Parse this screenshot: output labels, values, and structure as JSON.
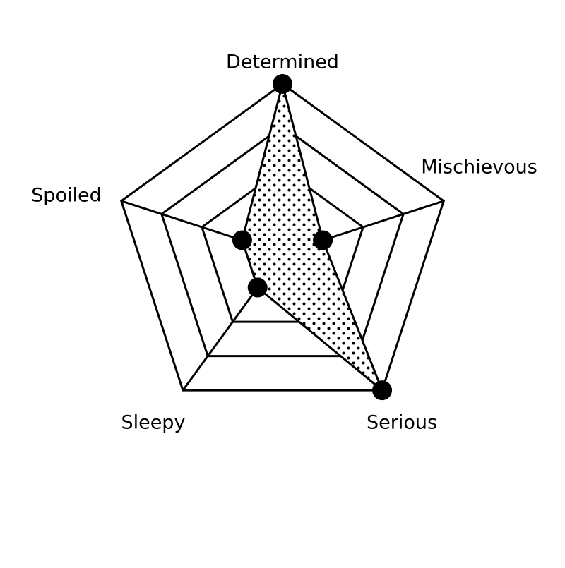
{
  "chart_data": {
    "type": "radar",
    "axes": [
      "Determined",
      "Mischievous",
      "Serious",
      "Sleepy",
      "Spoiled"
    ],
    "values": [
      4,
      1,
      4,
      1,
      1
    ],
    "range": [
      0,
      4
    ],
    "rings": 4,
    "grid": true,
    "legend": "none",
    "fill_pattern": "dots",
    "colors": {
      "line": "#000000",
      "fill_background": "#ffffff",
      "marker": "#000000"
    }
  }
}
